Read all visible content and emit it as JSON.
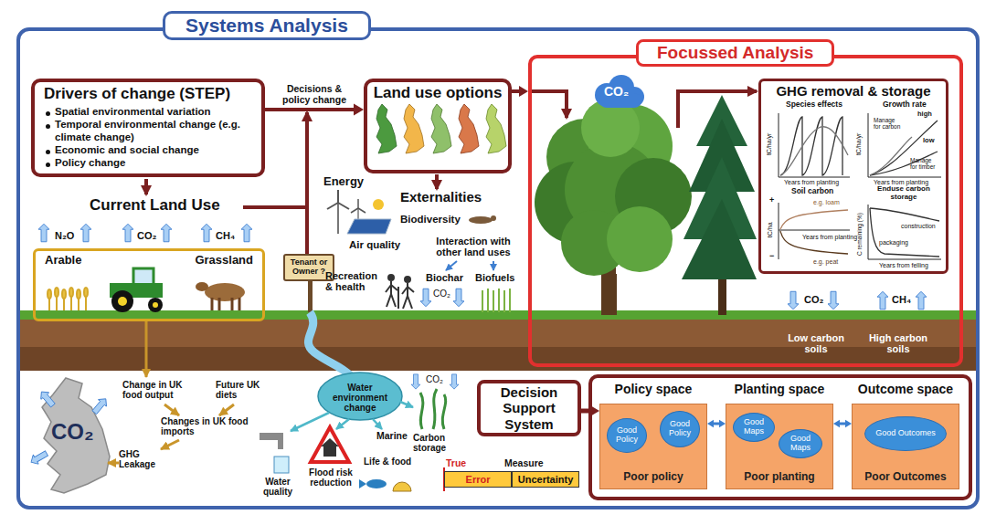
{
  "diagram": {
    "nodes": [
      {
        "text": [
          "Systems Analysis"
        ]
      },
      {
        "text": [
          "Drivers of change (STEP)",
          "Spatial environmental variation",
          "Temporal environmental change (e.g. climate change)",
          "Economic and social change",
          "Policy change"
        ],
        "in": 0
      },
      {
        "text": [
          "Land use options"
        ],
        "in": 0
      },
      {
        "text": [
          "Focussed Analysis"
        ],
        "in": 0
      },
      {
        "text": [
          "GHG removal & storage"
        ],
        "in": 3
      },
      {
        "text": [
          "Arable",
          "Grassland"
        ],
        "in": 0
      },
      {
        "text": [
          "Tenant or Owner ?"
        ],
        "in": 0
      },
      {
        "text": [
          "Decision Support System"
        ],
        "in": 0
      },
      {
        "text": [
          "Policy space",
          "Poor policy"
        ],
        "in": 0
      },
      {
        "text": [
          "Good Policy"
        ],
        "in": 8
      },
      {
        "text": [
          "Good Policy"
        ],
        "in": 8
      },
      {
        "text": [
          "Planting space",
          "Poor planting"
        ],
        "in": 0
      },
      {
        "text": [
          "Good Maps"
        ],
        "in": 11
      },
      {
        "text": [
          "Good Maps"
        ],
        "in": 11
      },
      {
        "text": [
          "Outcome space",
          "Poor Outcomes"
        ],
        "in": 0
      },
      {
        "text": [
          "Good Outcomes"
        ],
        "in": 14
      },
      {
        "text": [
          "Error"
        ],
        "in": 0
      },
      {
        "text": [
          "Uncertainty"
        ],
        "in": 0
      }
    ],
    "edges": [
      {
        "from": 1,
        "to": 2,
        "arrow": "to",
        "label": "Decisions & policy change"
      },
      {
        "from": 2,
        "to": 3,
        "arrow": "to"
      },
      {
        "from": 7,
        "to": 8,
        "arrow": "to"
      },
      {
        "from": 8,
        "to": 11,
        "arrow": "both"
      },
      {
        "from": 11,
        "to": 14,
        "arrow": "both"
      }
    ],
    "labels": [
      "Current Land Use",
      "N₂O",
      "CO₂",
      "CH₄",
      "Energy",
      "Externalities",
      "Biodiversity",
      "Air quality",
      "Recreation & health",
      "Interaction with other land uses",
      "Biochar",
      "Biofuels",
      "CO₂",
      "CO₂",
      "Species effects",
      "tC/ha/yr",
      "Years from planting",
      "Growth rate",
      "tC/ha/yr",
      "high",
      "low",
      "Manage for carbon",
      "Manage for timber",
      "Years from planting",
      "Soil carbon",
      "+",
      "tC/ha",
      "−",
      "e.g. loam",
      "Years from planting",
      "e.g. peat",
      "Enduse carbon storage",
      "C remaining (%)",
      "construction",
      "packaging",
      "Years from felling",
      "CO₂",
      "CH₄",
      "Low carbon soils",
      "High carbon soils",
      "CO₂",
      "Change in UK food output",
      "Future UK diets",
      "Changes in UK food imports",
      "GHG Leakage",
      "Water environment change",
      "CO₂",
      "Marine",
      "Carbon storage",
      "Water quality",
      "Flood risk reduction",
      "Life & food",
      "True",
      "Measure"
    ]
  }
}
